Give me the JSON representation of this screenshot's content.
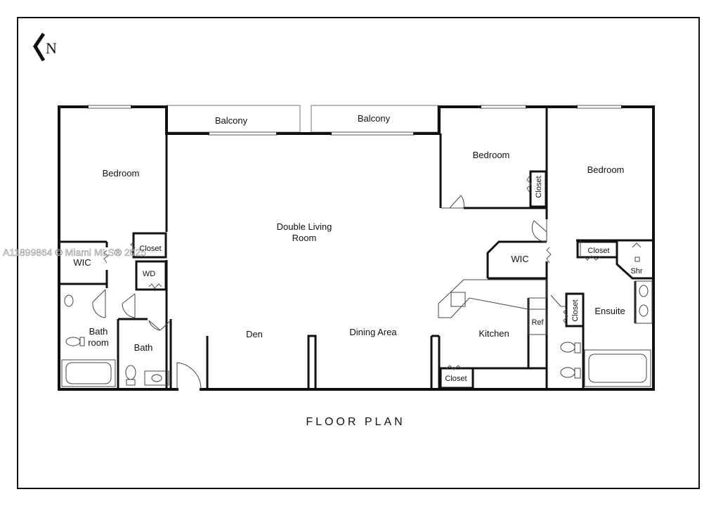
{
  "compass": {
    "letter": "N"
  },
  "watermark": "A11899864 © Miami MLS® 2025",
  "title": "FLOOR PLAN",
  "rooms": {
    "balcony_left": "Balcony",
    "balcony_right": "Balcony",
    "bedroom_left": "Bedroom",
    "bedroom_center": "Bedroom",
    "bedroom_right": "Bedroom",
    "living_line1": "Double  Living",
    "living_line2": "Room",
    "closet_left": "Closet",
    "wic_left": "WIC",
    "wd": "WD",
    "bathroom_line1": "Bath",
    "bathroom_line2": "room",
    "bath": "Bath",
    "den": "Den",
    "dining": "Dining Area",
    "kitchen": "Kitchen",
    "ref": "Ref",
    "closet_kitchen": "Closet",
    "wic_right": "WIC",
    "closet_bedroom_center": "Closet",
    "closet_ensuite_top": "Closet",
    "closet_ensuite_side": "Closet",
    "shr": "Shr",
    "ensuite": "Ensuite"
  }
}
